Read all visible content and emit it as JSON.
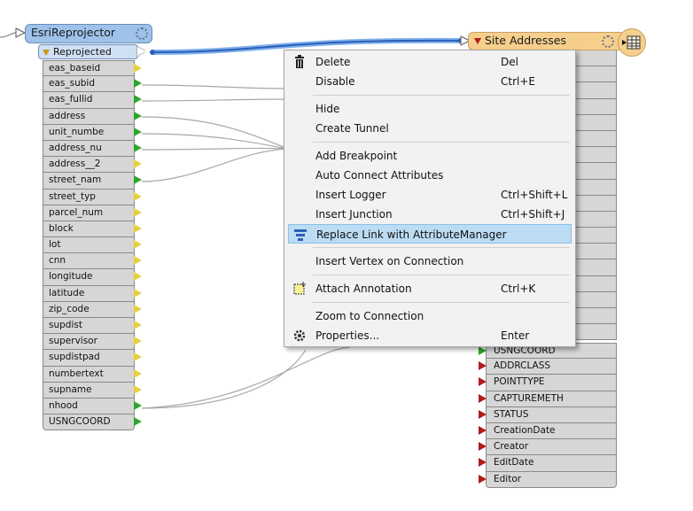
{
  "source_node": {
    "title": "EsriReprojector",
    "port": "Reprojected",
    "attributes": [
      {
        "name": "eas_baseid",
        "connected": false
      },
      {
        "name": "eas_subid",
        "connected": true
      },
      {
        "name": "eas_fullid",
        "connected": true
      },
      {
        "name": "address",
        "connected": true
      },
      {
        "name": "unit_numbe",
        "connected": true
      },
      {
        "name": "address_nu",
        "connected": true
      },
      {
        "name": "address__2",
        "connected": false
      },
      {
        "name": "street_nam",
        "connected": true
      },
      {
        "name": "street_typ",
        "connected": false
      },
      {
        "name": "parcel_num",
        "connected": false
      },
      {
        "name": "block",
        "connected": false
      },
      {
        "name": "lot",
        "connected": false
      },
      {
        "name": "cnn",
        "connected": false
      },
      {
        "name": "longitude",
        "connected": false
      },
      {
        "name": "latitude",
        "connected": false
      },
      {
        "name": "zip_code",
        "connected": false
      },
      {
        "name": "supdist",
        "connected": false
      },
      {
        "name": "supervisor",
        "connected": false
      },
      {
        "name": "supdistpad",
        "connected": false
      },
      {
        "name": "numbertext",
        "connected": false
      },
      {
        "name": "supname",
        "connected": false
      },
      {
        "name": "nhood",
        "connected": true
      },
      {
        "name": "USNGCOORD",
        "connected": true
      }
    ]
  },
  "dest_node": {
    "title": "Site Addresses",
    "attributes": [
      {
        "name": "USNGCOORD",
        "connected": true
      },
      {
        "name": "ADDRCLASS",
        "connected": false
      },
      {
        "name": "POINTTYPE",
        "connected": false
      },
      {
        "name": "CAPTUREMETH",
        "connected": false
      },
      {
        "name": "STATUS",
        "connected": false
      },
      {
        "name": "CreationDate",
        "connected": false
      },
      {
        "name": "Creator",
        "connected": false
      },
      {
        "name": "EditDate",
        "connected": false
      },
      {
        "name": "Editor",
        "connected": false
      }
    ]
  },
  "context_menu": {
    "items": [
      {
        "label": "Delete",
        "shortcut": "Del",
        "icon": "trash-icon"
      },
      {
        "label": "Disable",
        "shortcut": "Ctrl+E"
      },
      {
        "label": "Hide",
        "shortcut": ""
      },
      {
        "label": "Create Tunnel",
        "shortcut": ""
      },
      {
        "label": "Add Breakpoint",
        "shortcut": ""
      },
      {
        "label": "Auto Connect Attributes",
        "shortcut": ""
      },
      {
        "label": "Insert Logger",
        "shortcut": "Ctrl+Shift+L"
      },
      {
        "label": "Insert Junction",
        "shortcut": "Ctrl+Shift+J"
      },
      {
        "label": "Replace Link with AttributeManager",
        "shortcut": "",
        "icon": "attribute-manager-icon",
        "highlighted": true
      },
      {
        "label": "Insert Vertex on Connection",
        "shortcut": ""
      },
      {
        "label": "Attach Annotation",
        "shortcut": "Ctrl+K",
        "icon": "annotation-icon"
      },
      {
        "label": "Zoom to Connection",
        "shortcut": ""
      },
      {
        "label": "Properties...",
        "shortcut": "Enter",
        "icon": "gear-icon"
      }
    ]
  },
  "colors": {
    "source_header": "#9ec2ea",
    "dest_header": "#f6cf8c",
    "selected_link": "#4a7fd4",
    "connected_port": "#2ea52e",
    "unconnected_output": "#e8d040",
    "unconnected_input": "#b31c1c",
    "menu_highlight": "#bcdcf4"
  }
}
